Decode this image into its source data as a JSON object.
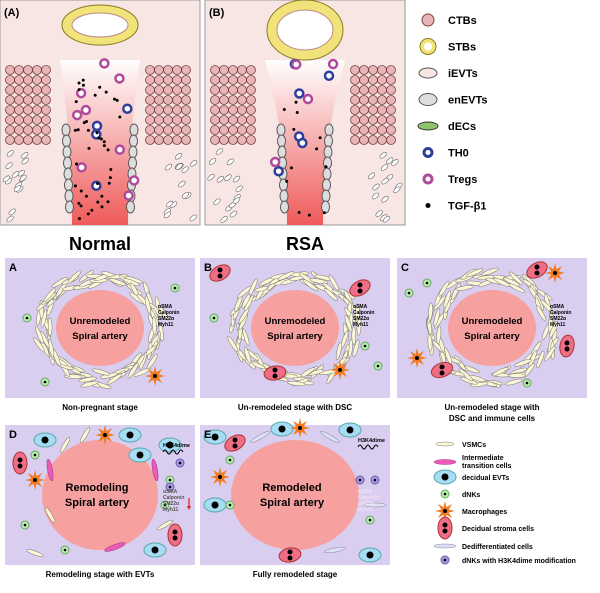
{
  "top": {
    "panels": [
      {
        "letter": "(A)",
        "caption": "Normal"
      },
      {
        "letter": "(B)",
        "caption": "RSA"
      }
    ],
    "legend": [
      "CTBs",
      "STBs",
      "iEVTs",
      "enEVTs",
      "dECs",
      "TH0",
      "Tregs",
      "TGF-β1"
    ]
  },
  "bottom": {
    "panels": [
      {
        "letter": "A",
        "artery": [
          "Unremodeled",
          "Spiral artery"
        ],
        "caption": [
          "Non-pregnant stage"
        ]
      },
      {
        "letter": "B",
        "artery": [
          "Unremodeled",
          "Spiral artery"
        ],
        "caption": [
          "Un-remodeled stage with DSC"
        ]
      },
      {
        "letter": "C",
        "artery": [
          "Unremodeled",
          "Spiral artery"
        ],
        "caption": [
          "Un-remodeled stage with",
          "DSC and immune cells"
        ]
      },
      {
        "letter": "D",
        "artery": [
          "Remodeling",
          "Spiral artery"
        ],
        "caption": [
          "Remodeling stage with EVTs"
        ]
      },
      {
        "letter": "E",
        "artery": [
          "Remodeled",
          "Spiral artery"
        ],
        "caption": [
          "Fully remodeled stage"
        ]
      }
    ],
    "markers": [
      "αSMA",
      "Calponin",
      "SM22α",
      "Myh11"
    ],
    "histone_mark": "H3K4dime",
    "legend": [
      "VSMCs",
      "Intermediate transition cells",
      "decidual EVTs",
      "dNKs",
      "Macrophages",
      "Decidual stroma cells",
      "Dedifferentiated cells",
      "dNKs with H3K4dime modification"
    ]
  },
  "colors": {
    "panel_bg": "#d9cdf0",
    "artery": "#f6a0a0",
    "decidua": "#f8e6e4",
    "stb": "#f2e27a",
    "evt": "#a8dcf4",
    "dnk": "#b8eab0",
    "macrophage": "#f27a1e",
    "stroma": "#ef6e86",
    "transition": "#ea5bb8",
    "vsmc": "#fbf6d4",
    "th0": "#2d3f9a",
    "treg": "#b04a9c"
  }
}
